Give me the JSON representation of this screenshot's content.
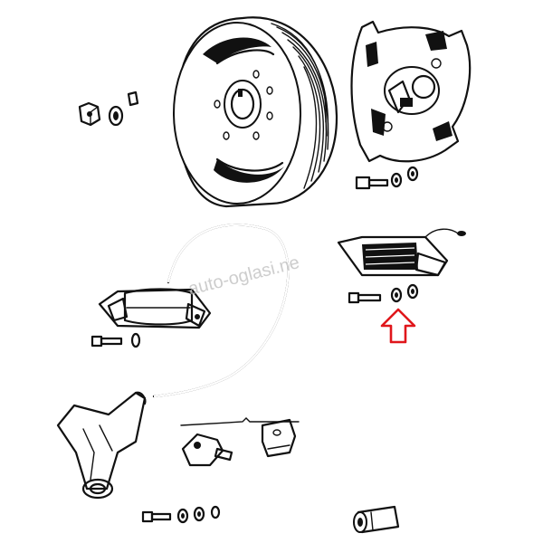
{
  "watermark": {
    "text": "auto-oglasi.ne"
  },
  "parts": [
    {
      "name": "flywheel-rotor"
    },
    {
      "name": "stator-base-plate"
    },
    {
      "name": "hex-nut"
    },
    {
      "name": "washer"
    },
    {
      "name": "woodruff-key"
    },
    {
      "name": "ignition-coil"
    },
    {
      "name": "lighting-coil"
    },
    {
      "name": "hv-cable"
    },
    {
      "name": "spark-plug-cap"
    },
    {
      "name": "contact-breaker"
    },
    {
      "name": "breaker-bracket"
    },
    {
      "name": "spacer-sleeve"
    }
  ],
  "highlight": {
    "target": "lighting-coil-fasteners",
    "color": "#e0161b"
  }
}
